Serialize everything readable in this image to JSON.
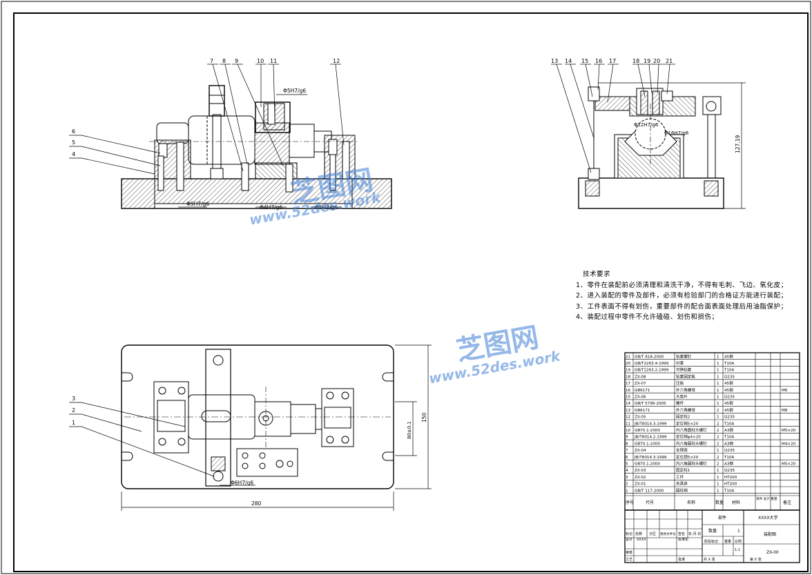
{
  "balloons_front": [
    "7",
    "8",
    "9",
    "10",
    "11",
    "12",
    "6",
    "5",
    "4"
  ],
  "balloons_side": [
    "13",
    "14",
    "15",
    "16",
    "17",
    "18",
    "19",
    "20",
    "21"
  ],
  "balloons_top": [
    "3",
    "2",
    "1"
  ],
  "dims": {
    "front_fit1": "Φ5H7/g6",
    "front_fit2": "Φ5H7/g6",
    "front_fit3": "Φ4H7/g6",
    "front_fit4": "Φ5H7/g6",
    "side_fit1": "Φ12H7/g6",
    "side_fit2": "Φ16H7/g6",
    "side_height": "127.19",
    "top_fit": "Φ6H7/g6",
    "top_width": "280",
    "top_height": "150",
    "top_inner": "80±0.1"
  },
  "tech_requirements": {
    "title": "技术要求",
    "items": [
      "1、零件在装配前必须清理和清洗干净，不得有毛刺、飞边、氧化皮；",
      "2、进入装配的零件及部件，必须有检验部门的合格证方能进行装配；",
      "3、工件表面不得有划伤，重要部件的配合面表面处理后用油脂保护；",
      "4、装配过程中零件不允许磕碰、划伤和损伤；"
    ]
  },
  "watermark": {
    "brand": "芝图网",
    "url": "www.52des.work"
  },
  "bom": {
    "rows": [
      [
        "21",
        "GB/T 818-2000",
        "钻套螺钉",
        "1",
        "45钢",
        ""
      ],
      [
        "20",
        "GB/T2263.4-1999",
        "衬套",
        "1",
        "T10A",
        ""
      ],
      [
        "19",
        "GB/T2263.2-1999",
        "可换钻套",
        "1",
        "T10A",
        ""
      ],
      [
        "18",
        "ZX-08",
        "钻套固定板",
        "1",
        "Q235",
        ""
      ],
      [
        "17",
        "ZX-07",
        "压板",
        "1",
        "45钢",
        ""
      ],
      [
        "16",
        "GB6171",
        "外六角螺母",
        "1",
        "45钢",
        "M6"
      ],
      [
        "15",
        "ZX-06",
        "大垫片",
        "1",
        "Q235",
        ""
      ],
      [
        "14",
        "GB/T 5796-2005",
        "螺杆",
        "1",
        "45钢",
        ""
      ],
      [
        "13",
        "GB6171",
        "外六角螺母",
        "2",
        "45钢",
        "M8"
      ],
      [
        "12",
        "ZX-05",
        "固定柱2",
        "1",
        "Q235",
        ""
      ],
      [
        "11",
        "JB/T8014.3-1999",
        "定位销5×20",
        "2",
        "T10A",
        ""
      ],
      [
        "10",
        "GB70.1-2000",
        "内六角圆柱头螺钉",
        "2",
        "A3钢",
        "M5×20"
      ],
      [
        "9",
        "JB/T8014.2-1999",
        "定位销φ4×20",
        "2",
        "T10A",
        ""
      ],
      [
        "8",
        "GB70.1-2000",
        "内六角圆柱头螺钉",
        "2",
        "A3钢",
        "M4×20"
      ],
      [
        "7",
        "ZX-04",
        "支撑座",
        "1",
        "Q235",
        ""
      ],
      [
        "6",
        "JB/T8014.3-1999",
        "定位销5×20",
        "2",
        "T10A",
        ""
      ],
      [
        "5",
        "GB70.1-2000",
        "内六角圆柱头螺钉",
        "2",
        "A3钢",
        "M5×20"
      ],
      [
        "4",
        "ZX-03",
        "固定柱1",
        "1",
        "Q235",
        ""
      ],
      [
        "3",
        "ZX-02",
        "工件",
        "1",
        "HT200",
        ""
      ],
      [
        "2",
        "ZX-01",
        "夹具体",
        "1",
        "HT200",
        ""
      ],
      [
        "1",
        "GB/T 117-2000",
        "圆柱销",
        "1",
        "T10A",
        ""
      ]
    ],
    "header": [
      "序号",
      "代号",
      "名称",
      "数量",
      "材料",
      "单件 总计 重量",
      "备注"
    ]
  },
  "title_block": {
    "part_name": "部件",
    "school": "XXXX大学",
    "drawing_name": "装配图",
    "drawing_no": "ZX-00",
    "count_label": "数量",
    "count_value": "1",
    "stage_label": "阶段标记",
    "weight_label": "重量",
    "scale_label": "比例",
    "scale_value": "1:1",
    "sheet_total": "共 X 张",
    "sheet_no": "第 X 张",
    "mark_label": "标记",
    "qty_label": "处数",
    "zone_label": "分区",
    "change_label": "更改文件号",
    "sign_label": "签名",
    "date_label": "年.月.日",
    "design_label": "设计",
    "design_name": "XXXX",
    "std_label": "标准化",
    "review_label": "审核",
    "process_label": "工艺",
    "approve_label": "批准"
  }
}
